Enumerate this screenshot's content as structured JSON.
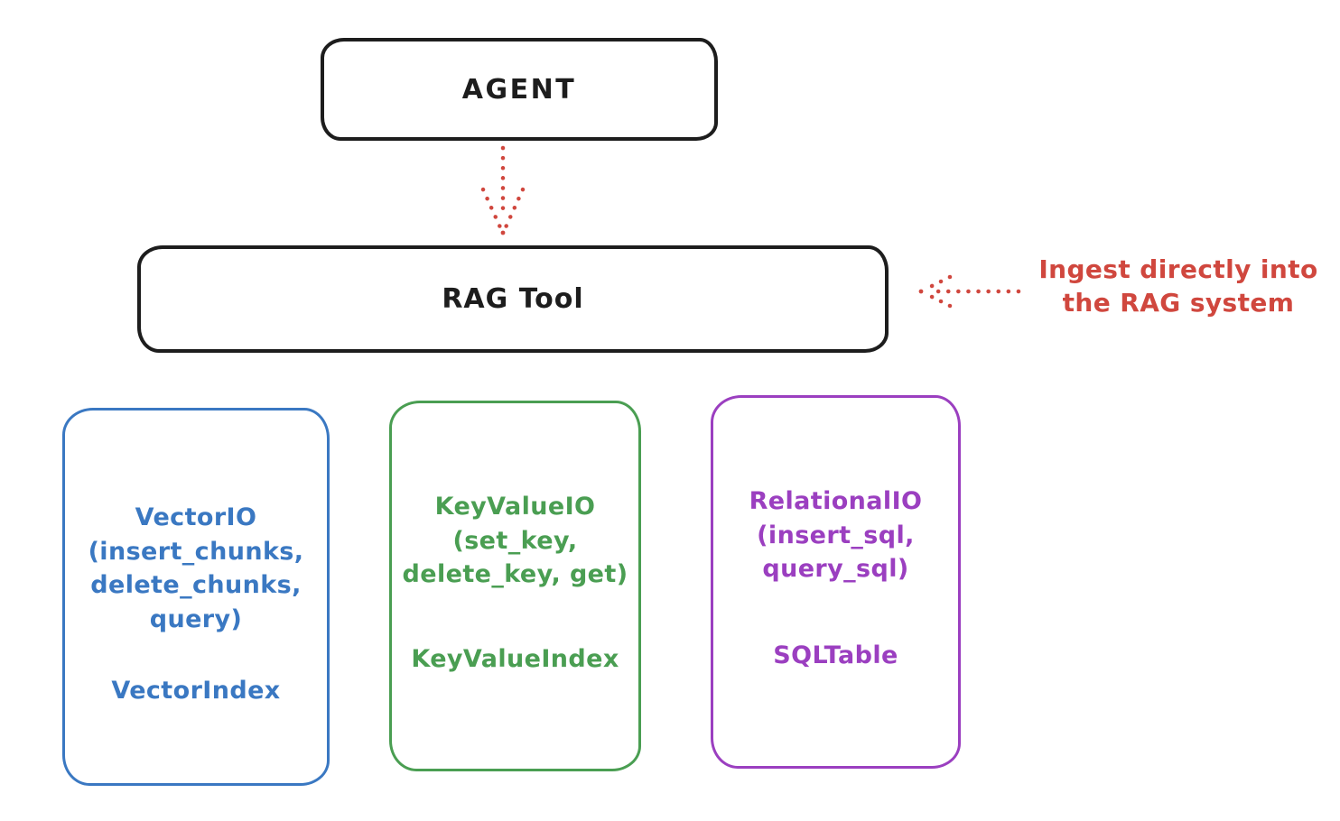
{
  "diagram": {
    "agent": {
      "label": "AGENT"
    },
    "rag_tool": {
      "label": "RAG Tool"
    },
    "annotation": {
      "lines": [
        "Ingest directly into",
        "the RAG system"
      ],
      "color": "#d0473e"
    },
    "connectors": [
      {
        "name": "agent-to-rag-tool",
        "style": "dotted",
        "direction": "down",
        "color": "#d0473e"
      },
      {
        "name": "annotation-to-rag-tool",
        "style": "dotted",
        "direction": "left",
        "color": "#d0473e"
      }
    ],
    "io_boxes": [
      {
        "lines": [
          "VectorIO",
          "(insert_chunks,",
          "delete_chunks,",
          "query)"
        ],
        "footer": "VectorIndex",
        "color": "#3a78c2"
      },
      {
        "lines": [
          "KeyValueIO",
          "(set_key,",
          "delete_key, get)"
        ],
        "footer": "KeyValueIndex",
        "color": "#4a9e52"
      },
      {
        "lines": [
          "RelationalIO",
          "(insert_sql,",
          "query_sql)"
        ],
        "footer": "SQLTable",
        "color": "#9b3fc0"
      }
    ],
    "colors": {
      "outline": "#1d1d1d",
      "background": "#ffffff",
      "red": "#d0473e",
      "blue": "#3a78c2",
      "green": "#4a9e52",
      "purple": "#9b3fc0"
    }
  }
}
